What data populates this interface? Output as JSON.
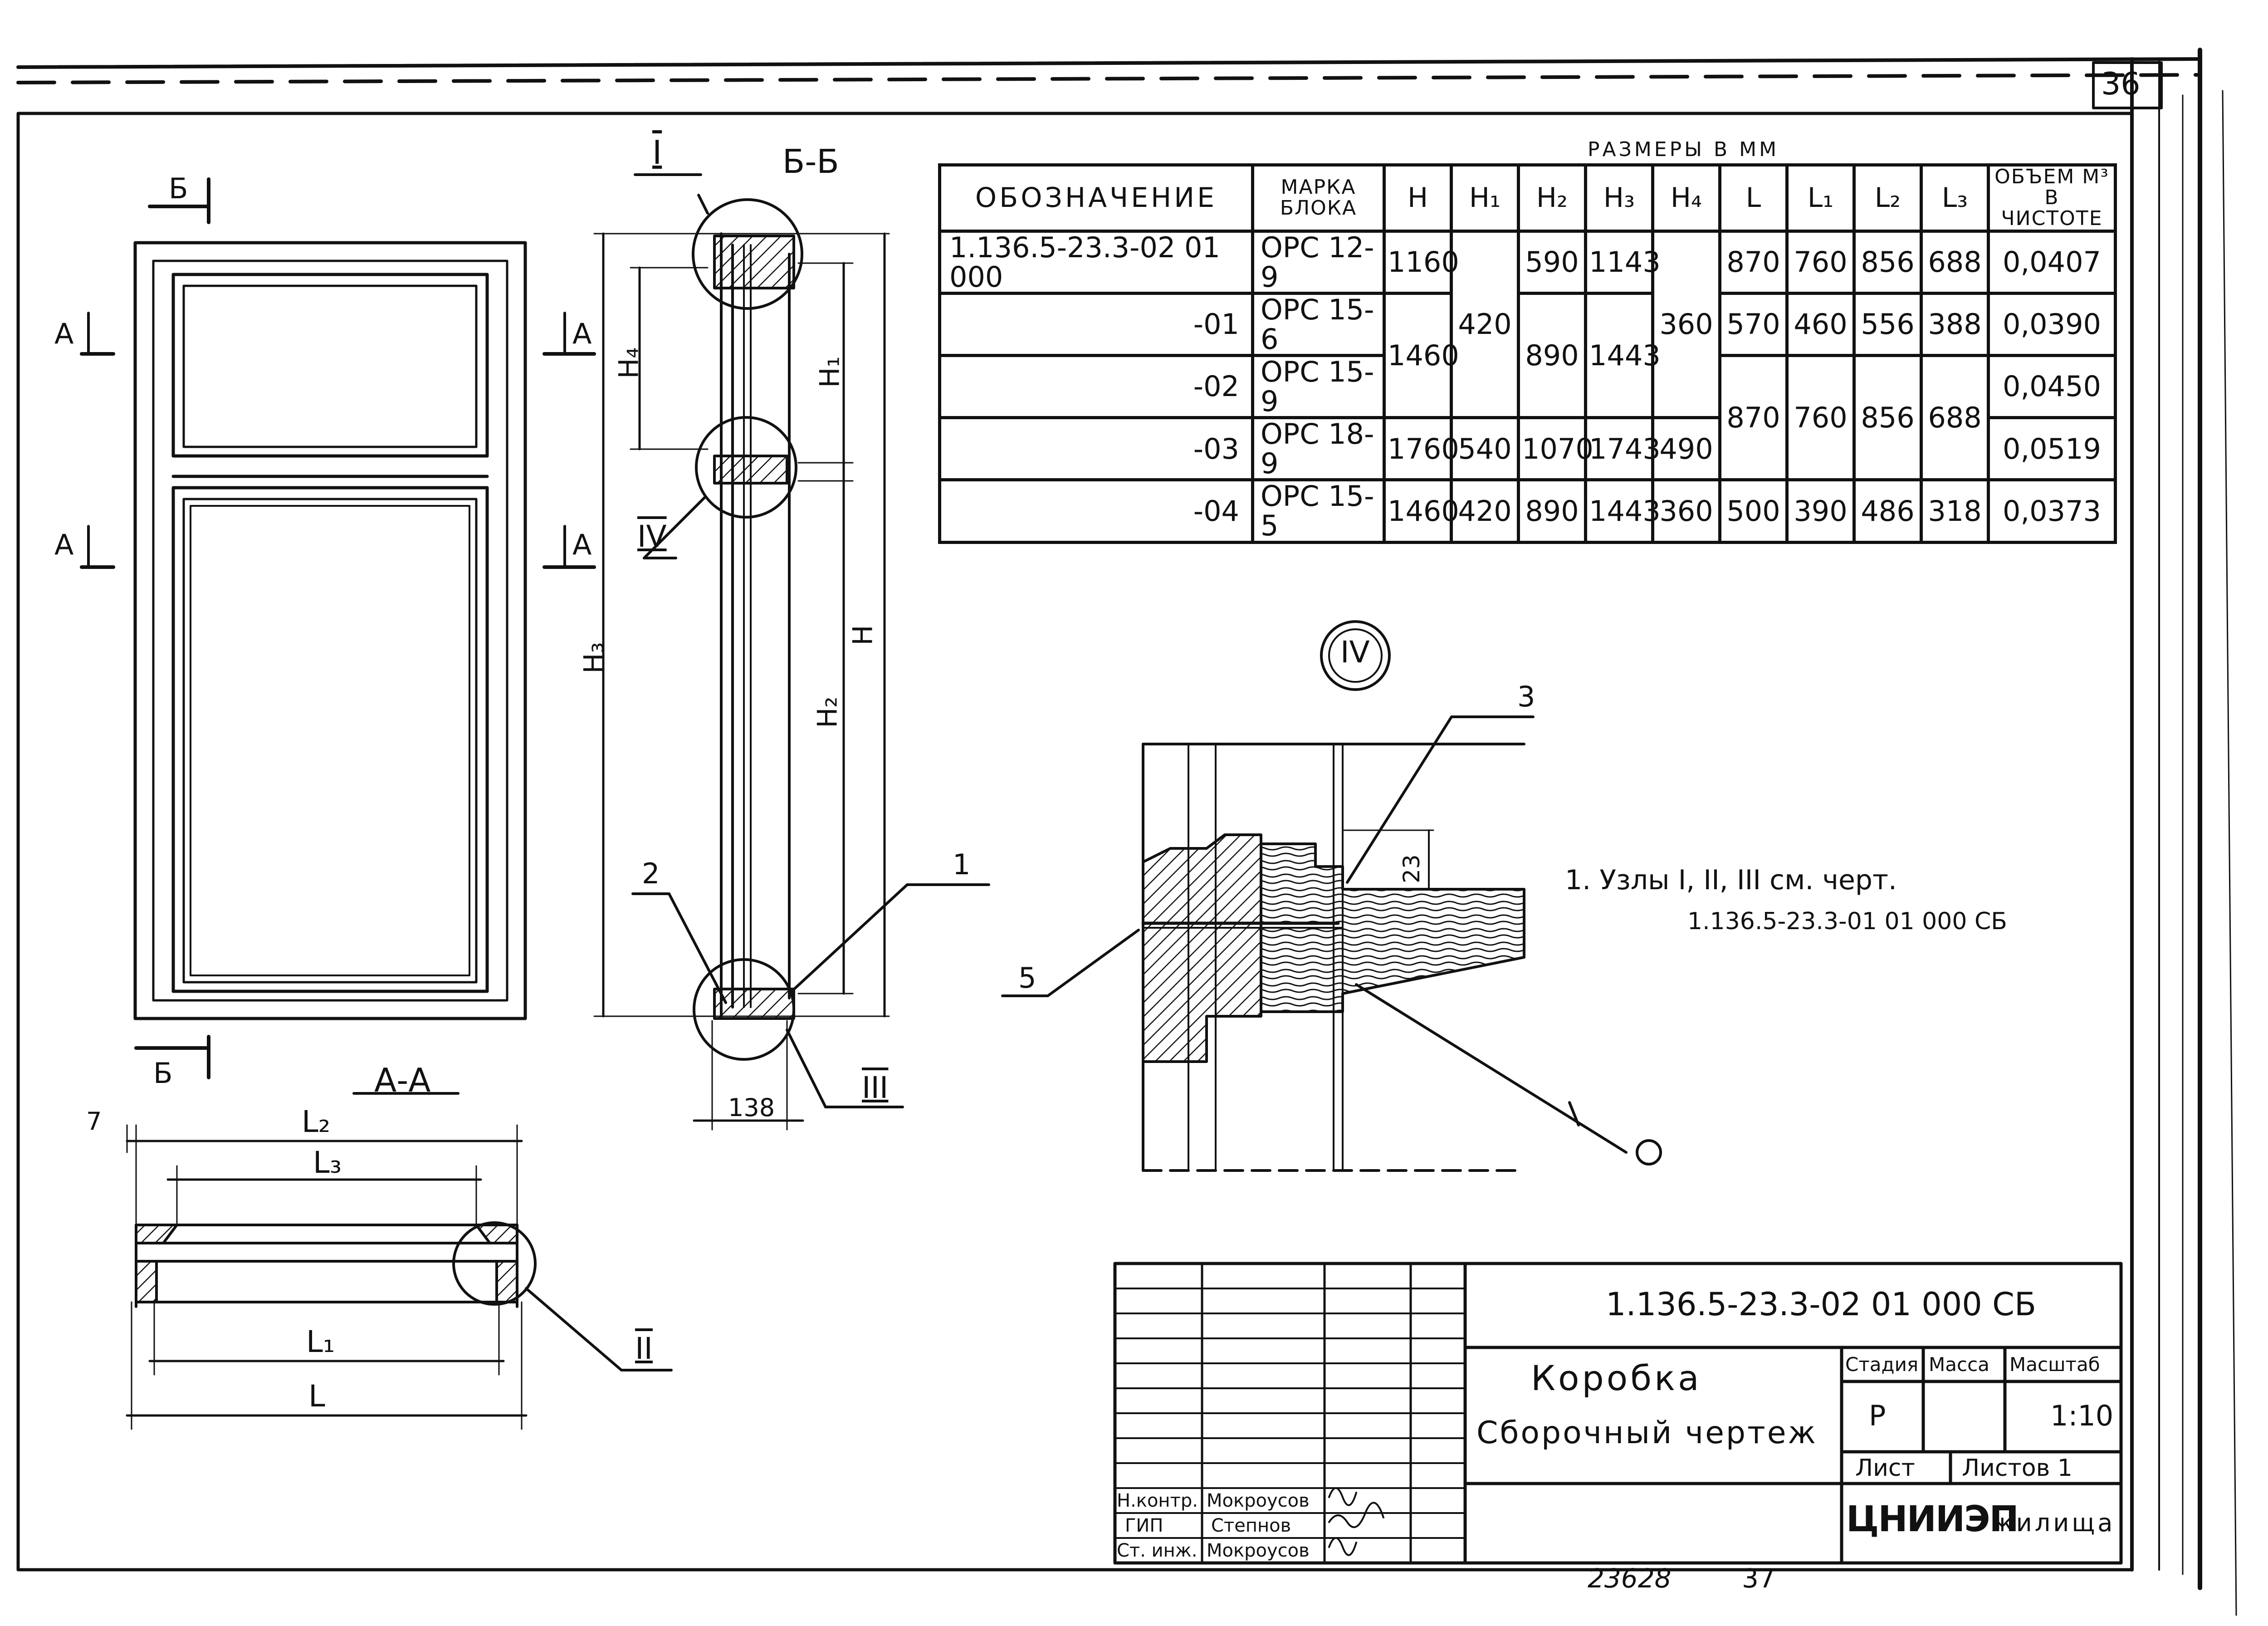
{
  "sheet": {
    "number": "36"
  },
  "views": {
    "section_bb": "Б-Б",
    "section_aa": "А-А",
    "cut_b": "Б",
    "cut_a": "А",
    "detail_label": "IV"
  },
  "nodes": {
    "n1": "I",
    "n2": "II",
    "n3": "III",
    "n4": "IV"
  },
  "dims": {
    "H": "H",
    "H1": "H₁",
    "H2": "H₂",
    "H3": "H₃",
    "H4": "H₄",
    "L": "L",
    "L1": "L₁",
    "L2": "L₂",
    "L3": "L₃",
    "d138": "138",
    "d7": "7",
    "d23": "23"
  },
  "callouts": {
    "c1": "1",
    "c2": "2",
    "c3": "3",
    "c5": "5"
  },
  "note": {
    "line1": "1. Узлы I, II, III см.   черт.",
    "line2": "1.136.5-23.3-01 01 000 СБ"
  },
  "spec_table": {
    "group_header": "РАЗМЕРЫ В ММ",
    "headers": {
      "designation": "ОБОЗНАЧЕНИЕ",
      "mark": "МАРКА БЛОКА",
      "H": "H",
      "H1": "H₁",
      "H2": "H₂",
      "H3": "H₃",
      "H4": "H₄",
      "L": "L",
      "L1": "L₁",
      "L2": "L₂",
      "L3": "L₃",
      "volume": "ОБЪЕМ М³ В ЧИСТОТЕ"
    },
    "rows": [
      {
        "designation": "1.136.5-23.3-02 01 000",
        "mark": "ОРС 12-9",
        "H": "1160",
        "H1": "420",
        "H2": "590",
        "H3": "1143",
        "H4": "360",
        "L": "870",
        "L1": "760",
        "L2": "856",
        "L3": "688",
        "volume": "0,0407"
      },
      {
        "designation": "-01",
        "mark": "ОРС 15-6",
        "H": "1460",
        "H2": "890",
        "H3": "1443",
        "L": "570",
        "L1": "460",
        "L2": "556",
        "L3": "388",
        "volume": "0,0390"
      },
      {
        "designation": "-02",
        "mark": "ОРС 15-9",
        "volume": "0,0450"
      },
      {
        "designation": "-03",
        "mark": "ОРС 18-9",
        "H": "1760",
        "H1": "540",
        "H2": "1070",
        "H3": "1743",
        "H4": "490",
        "L": "870",
        "L1": "760",
        "L2": "856",
        "L3": "688",
        "volume": "0,0519"
      },
      {
        "designation": "-04",
        "mark": "ОРС 15-5",
        "H": "1460",
        "H1": "420",
        "H2": "890",
        "H3": "1443",
        "H4": "360",
        "L": "500",
        "L1": "390",
        "L2": "486",
        "L3": "318",
        "volume": "0,0373"
      }
    ]
  },
  "title_block": {
    "code": "1.136.5-23.3-02 01 000 СБ",
    "name_line1": "Коробка",
    "name_line2": "Сборочный чертеж",
    "stage_label": "Стадия",
    "mass_label": "Масса",
    "scale_label": "Масштаб",
    "stage_value": "Р",
    "scale_value": "1:10",
    "sheet_label": "Лист",
    "sheets_label": "Листов 1",
    "org_prefix": "ЦНИИЭП",
    "org_suffix": "жилища",
    "signatures": [
      {
        "role": "Н.контр.",
        "name": "Мокроусов"
      },
      {
        "role": "ГИП",
        "name": "Степнов"
      },
      {
        "role": "Ст. инж.",
        "name": "Мокроусов"
      }
    ]
  },
  "footer": {
    "inventory": "23628",
    "page": "37"
  }
}
